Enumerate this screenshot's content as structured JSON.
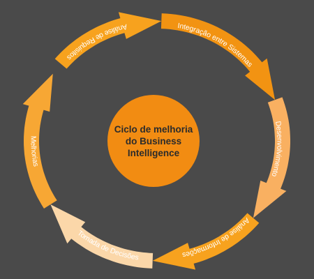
{
  "center": {
    "lines": [
      "Ciclo de melhoria",
      "do Business",
      "Intelligence"
    ],
    "color": "#f28c12"
  },
  "background": "#4a4a4a",
  "steps": [
    {
      "label": "Análise de Requisitos",
      "color": "#f7a21e"
    },
    {
      "label": "Integração entre Sistemas",
      "color": "#f29312"
    },
    {
      "label": "Desenvolvimento",
      "color": "#f9b061"
    },
    {
      "label": "Análise de Informações",
      "color": "#f7a21e"
    },
    {
      "label": "Tomada de Decisões",
      "color": "#fbd7a9"
    },
    {
      "label": "Melhorias",
      "color": "#f7a734"
    }
  ]
}
